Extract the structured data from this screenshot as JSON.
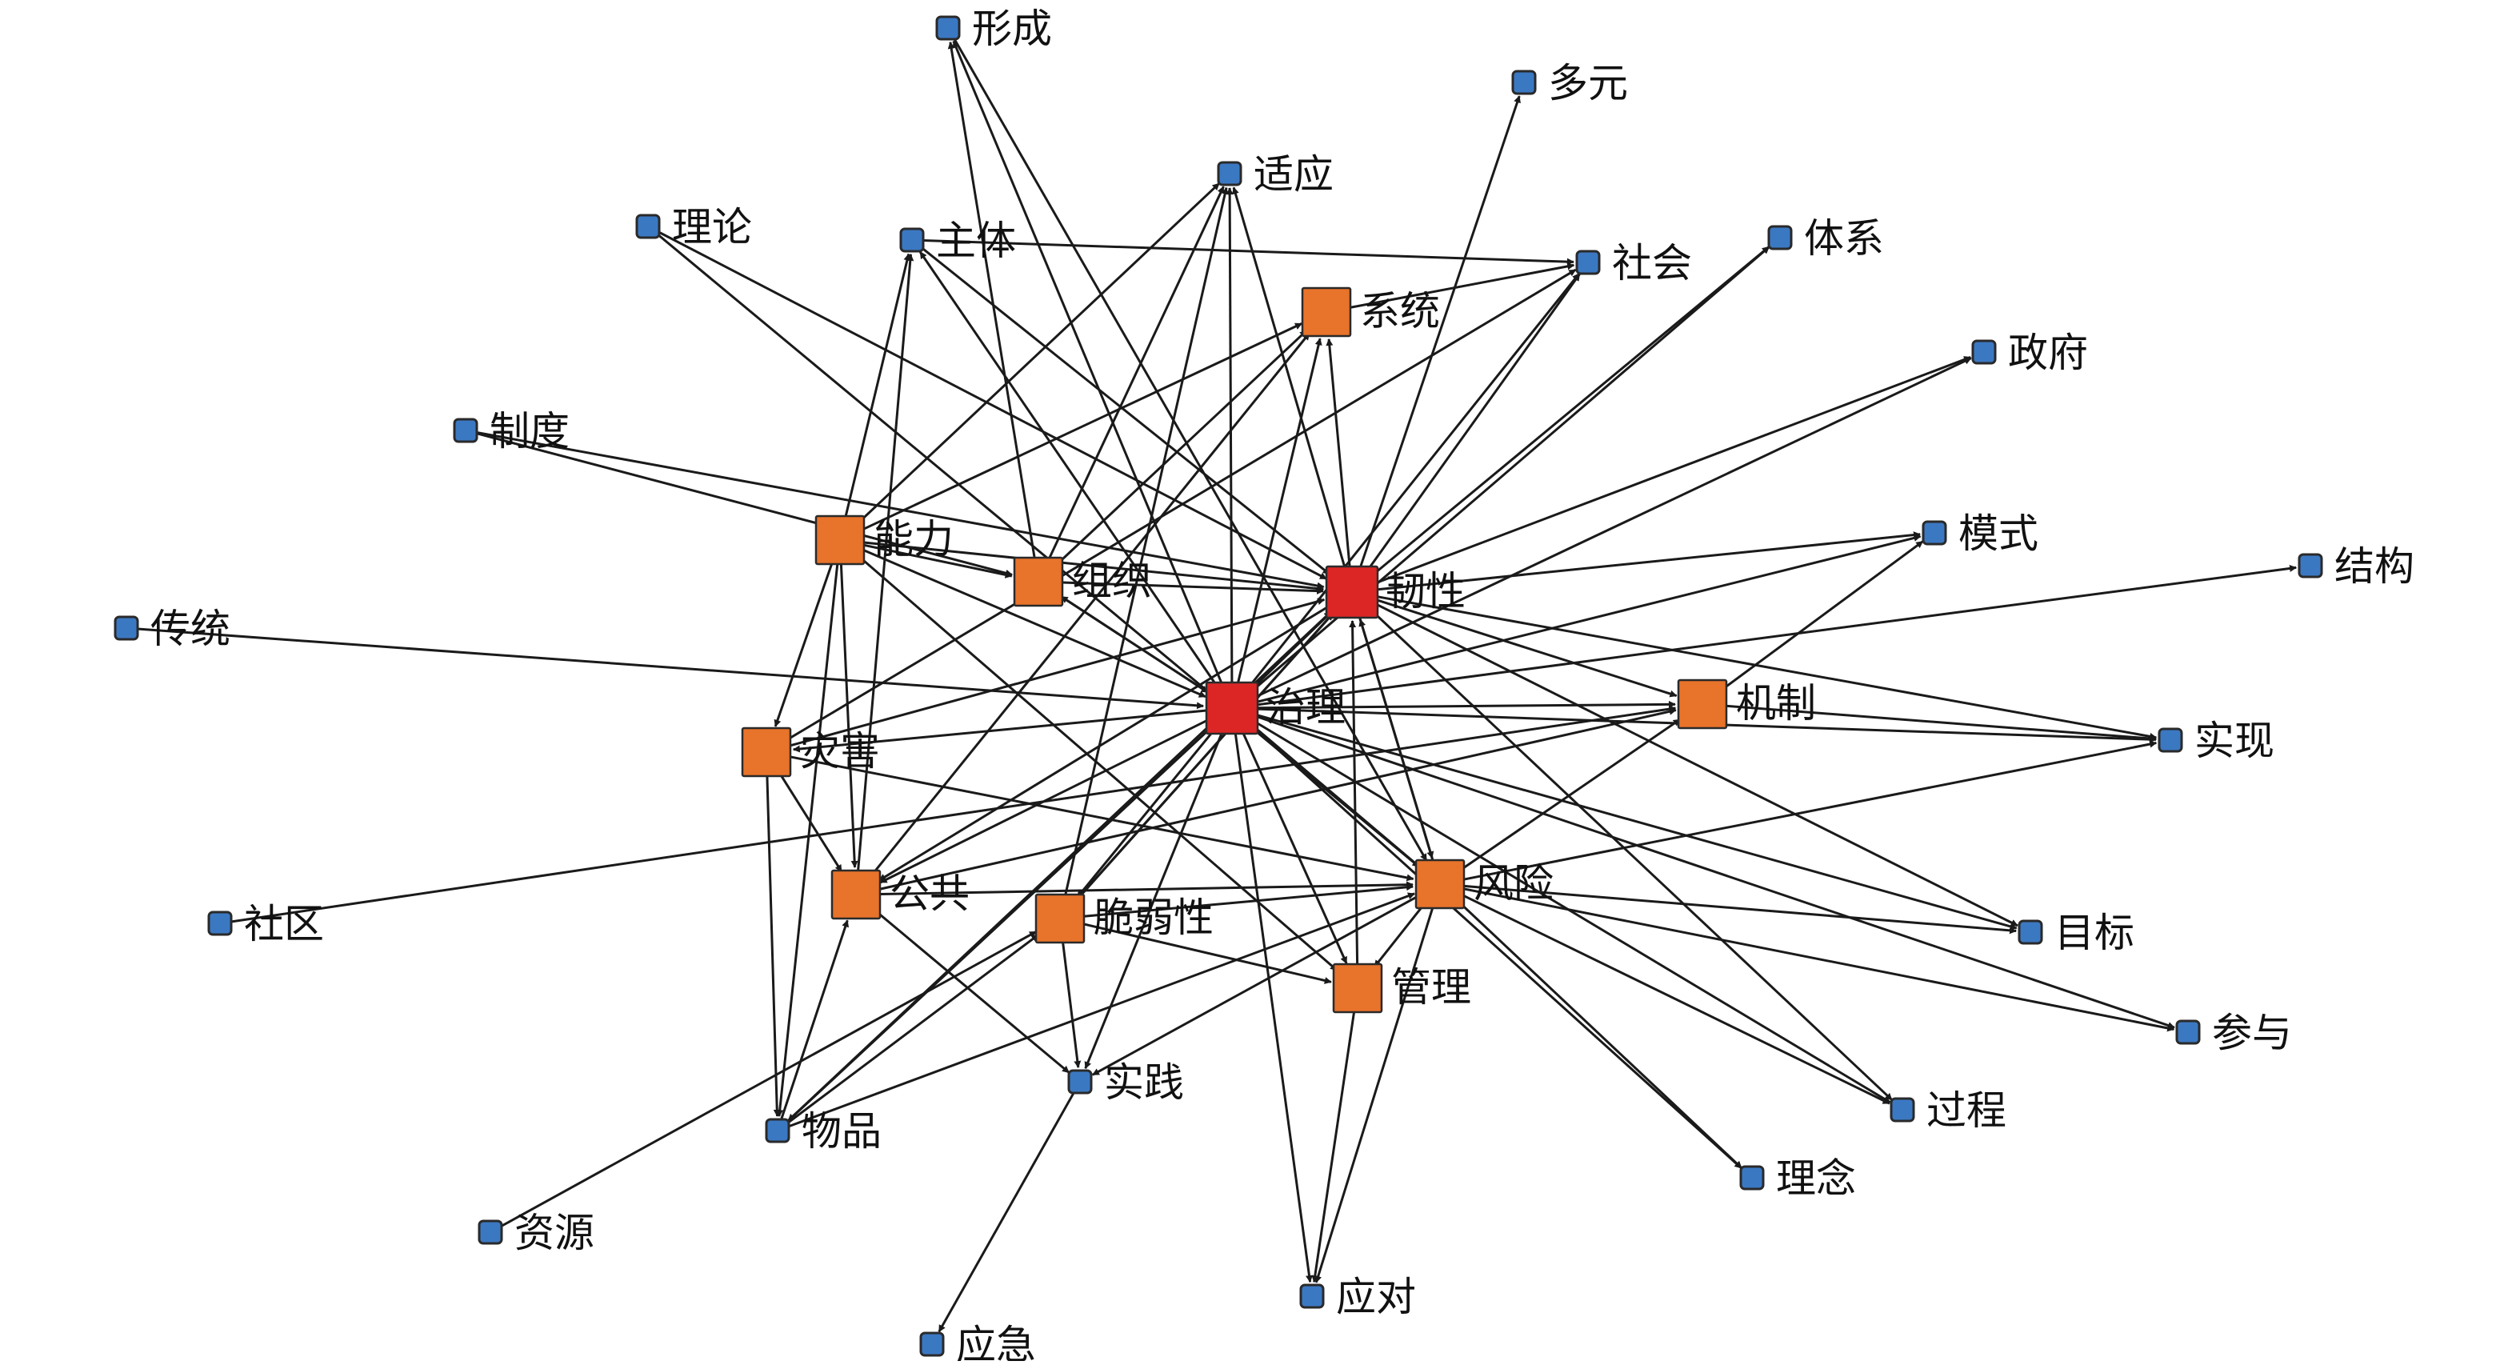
{
  "colors": {
    "core": "#dc2626",
    "hub": "#e8732a",
    "leaf": "#3b78c2",
    "edge": "#1a1a1a",
    "node_border": "#2a2a2a"
  },
  "nodes": [
    {
      "id": "zhili",
      "label": "治理",
      "type": "core"
    },
    {
      "id": "renxing",
      "label": "韧性",
      "type": "core"
    },
    {
      "id": "xitong",
      "label": "系统",
      "type": "hub"
    },
    {
      "id": "nengli",
      "label": "能力",
      "type": "hub"
    },
    {
      "id": "zuzhi",
      "label": "组织",
      "type": "hub"
    },
    {
      "id": "zaihai",
      "label": "灾害",
      "type": "hub"
    },
    {
      "id": "jizhi",
      "label": "机制",
      "type": "hub"
    },
    {
      "id": "gonggong",
      "label": "公共",
      "type": "hub"
    },
    {
      "id": "cuiruoxing",
      "label": "脆弱性",
      "type": "hub"
    },
    {
      "id": "fengxian",
      "label": "风险",
      "type": "hub"
    },
    {
      "id": "guanli",
      "label": "管理",
      "type": "hub"
    },
    {
      "id": "xingcheng",
      "label": "形成",
      "type": "leaf"
    },
    {
      "id": "duoyuan",
      "label": "多元",
      "type": "leaf"
    },
    {
      "id": "shiying",
      "label": "适应",
      "type": "leaf"
    },
    {
      "id": "lilun",
      "label": "理论",
      "type": "leaf"
    },
    {
      "id": "zhuti",
      "label": "主体",
      "type": "leaf"
    },
    {
      "id": "shehui",
      "label": "社会",
      "type": "leaf"
    },
    {
      "id": "tixi",
      "label": "体系",
      "type": "leaf"
    },
    {
      "id": "zhengfu",
      "label": "政府",
      "type": "leaf"
    },
    {
      "id": "zhidu",
      "label": "制度",
      "type": "leaf"
    },
    {
      "id": "moshi",
      "label": "模式",
      "type": "leaf"
    },
    {
      "id": "jiegou",
      "label": "结构",
      "type": "leaf"
    },
    {
      "id": "chuantong",
      "label": "传统",
      "type": "leaf"
    },
    {
      "id": "shixian",
      "label": "实现",
      "type": "leaf"
    },
    {
      "id": "shequ",
      "label": "社区",
      "type": "leaf"
    },
    {
      "id": "mubiao",
      "label": "目标",
      "type": "leaf"
    },
    {
      "id": "canyu",
      "label": "参与",
      "type": "leaf"
    },
    {
      "id": "guocheng",
      "label": "过程",
      "type": "leaf"
    },
    {
      "id": "shijian",
      "label": "实践",
      "type": "leaf"
    },
    {
      "id": "wupin",
      "label": "物品",
      "type": "leaf"
    },
    {
      "id": "linian",
      "label": "理念",
      "type": "leaf"
    },
    {
      "id": "ziyuan",
      "label": "资源",
      "type": "leaf"
    },
    {
      "id": "yingdui",
      "label": "应对",
      "type": "leaf"
    },
    {
      "id": "yingji",
      "label": "应急",
      "type": "leaf"
    }
  ],
  "edges": [
    [
      "zhili",
      "xingcheng"
    ],
    [
      "zhili",
      "shiying"
    ],
    [
      "zhili",
      "zhuti"
    ],
    [
      "zhili",
      "shehui"
    ],
    [
      "zhili",
      "tixi"
    ],
    [
      "zhili",
      "zhengfu"
    ],
    [
      "zhili",
      "moshi"
    ],
    [
      "zhili",
      "jiegou"
    ],
    [
      "zhili",
      "shixian"
    ],
    [
      "zhili",
      "mubiao"
    ],
    [
      "zhili",
      "canyu"
    ],
    [
      "zhili",
      "guocheng"
    ],
    [
      "zhili",
      "linian"
    ],
    [
      "zhili",
      "yingdui"
    ],
    [
      "zhili",
      "shijian"
    ],
    [
      "zhili",
      "wupin"
    ],
    [
      "zhili",
      "renxing"
    ],
    [
      "zhili",
      "xitong"
    ],
    [
      "zhili",
      "jizhi"
    ],
    [
      "zhili",
      "gonggong"
    ],
    [
      "zhili",
      "cuiruoxing"
    ],
    [
      "zhili",
      "fengxian"
    ],
    [
      "zhili",
      "guanli"
    ],
    [
      "zhili",
      "zuzhi"
    ],
    [
      "zhili",
      "zaihai"
    ],
    [
      "renxing",
      "shiying"
    ],
    [
      "renxing",
      "shehui"
    ],
    [
      "renxing",
      "tixi"
    ],
    [
      "renxing",
      "zhengfu"
    ],
    [
      "renxing",
      "moshi"
    ],
    [
      "renxing",
      "shixian"
    ],
    [
      "renxing",
      "mubiao"
    ],
    [
      "renxing",
      "guocheng"
    ],
    [
      "renxing",
      "xitong"
    ],
    [
      "renxing",
      "jizhi"
    ],
    [
      "renxing",
      "duoyuan"
    ],
    [
      "renxing",
      "gonggong"
    ],
    [
      "renxing",
      "cuiruoxing"
    ],
    [
      "renxing",
      "fengxian"
    ],
    [
      "nengli",
      "zuzhi"
    ],
    [
      "nengli",
      "zaihai"
    ],
    [
      "nengli",
      "gonggong"
    ],
    [
      "nengli",
      "zhuti"
    ],
    [
      "nengli",
      "wupin"
    ],
    [
      "nengli",
      "xitong"
    ],
    [
      "nengli",
      "renxing"
    ],
    [
      "nengli",
      "guanli"
    ],
    [
      "nengli",
      "zhili"
    ],
    [
      "nengli",
      "shiying"
    ],
    [
      "zuzhi",
      "renxing"
    ],
    [
      "zuzhi",
      "xitong"
    ],
    [
      "zuzhi",
      "shiying"
    ],
    [
      "zuzhi",
      "zhili"
    ],
    [
      "zuzhi",
      "xingcheng"
    ],
    [
      "zaihai",
      "gonggong"
    ],
    [
      "zaihai",
      "wupin"
    ],
    [
      "zaihai",
      "fengxian"
    ],
    [
      "zaihai",
      "renxing"
    ],
    [
      "zaihai",
      "shehui"
    ],
    [
      "gonggong",
      "shijian"
    ],
    [
      "gonggong",
      "zhuti"
    ],
    [
      "gonggong",
      "fengxian"
    ],
    [
      "gonggong",
      "jizhi"
    ],
    [
      "gonggong",
      "xitong"
    ],
    [
      "cuiruoxing",
      "shijian"
    ],
    [
      "cuiruoxing",
      "fengxian"
    ],
    [
      "cuiruoxing",
      "renxing"
    ],
    [
      "cuiruoxing",
      "guanli"
    ],
    [
      "cuiruoxing",
      "shiying"
    ],
    [
      "fengxian",
      "guanli"
    ],
    [
      "fengxian",
      "linian"
    ],
    [
      "fengxian",
      "guocheng"
    ],
    [
      "fengxian",
      "canyu"
    ],
    [
      "fengxian",
      "mubiao"
    ],
    [
      "fengxian",
      "jizhi"
    ],
    [
      "fengxian",
      "shixian"
    ],
    [
      "fengxian",
      "renxing"
    ],
    [
      "fengxian",
      "yingdui"
    ],
    [
      "fengxian",
      "shijian"
    ],
    [
      "guanli",
      "yingdui"
    ],
    [
      "guanli",
      "renxing"
    ],
    [
      "jizhi",
      "shixian"
    ],
    [
      "jizhi",
      "moshi"
    ],
    [
      "wupin",
      "gonggong"
    ],
    [
      "wupin",
      "cuiruoxing"
    ],
    [
      "wupin",
      "zhili"
    ],
    [
      "wupin",
      "fengxian"
    ],
    [
      "wupin",
      "renxing"
    ],
    [
      "ziyuan",
      "cuiruoxing"
    ],
    [
      "shijian",
      "yingji"
    ],
    [
      "shequ",
      "jizhi"
    ],
    [
      "chuantong",
      "zhili"
    ],
    [
      "zhidu",
      "renxing"
    ],
    [
      "zhidu",
      "zuzhi"
    ],
    [
      "lilun",
      "renxing"
    ],
    [
      "lilun",
      "fengxian"
    ],
    [
      "zhuti",
      "shehui"
    ],
    [
      "zhuti",
      "renxing"
    ],
    [
      "xitong",
      "shehui"
    ],
    [
      "xingcheng",
      "fengxian"
    ]
  ]
}
